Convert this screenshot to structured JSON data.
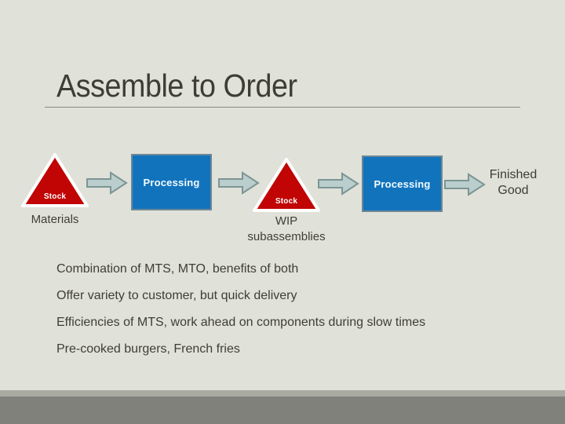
{
  "slide": {
    "title": "Assemble to Order",
    "diagram": {
      "stock1": {
        "shape_label": "Stock",
        "caption": "Materials"
      },
      "process1": {
        "label": "Processing"
      },
      "stock2": {
        "shape_label": "Stock",
        "caption_line1": "WIP",
        "caption_line2": "subassemblies"
      },
      "process2": {
        "label": "Processing"
      },
      "output": {
        "line1": "Finished",
        "line2": "Good"
      }
    },
    "bullets": [
      "Combination of MTS, MTO, benefits of both",
      "Offer variety to customer, but quick delivery",
      "Efficiencies of MTS, work ahead on components during slow times",
      "Pre-cooked burgers, French fries"
    ],
    "colors": {
      "background": "#e0e1d9",
      "title_text": "#3e3d35",
      "body_text": "#3f3e36",
      "title_rule": "#8b8b81",
      "stock_triangle_fill": "#c00504",
      "stock_triangle_outline": "#ffffff",
      "processing_box_fill": "#1273bd",
      "processing_box_border": "#6c8795",
      "arrow_fill": "#b9cecd",
      "arrow_border": "#7c9594",
      "footer_band_light": "#a9aaa2",
      "footer_band_dark": "#80817a"
    }
  }
}
